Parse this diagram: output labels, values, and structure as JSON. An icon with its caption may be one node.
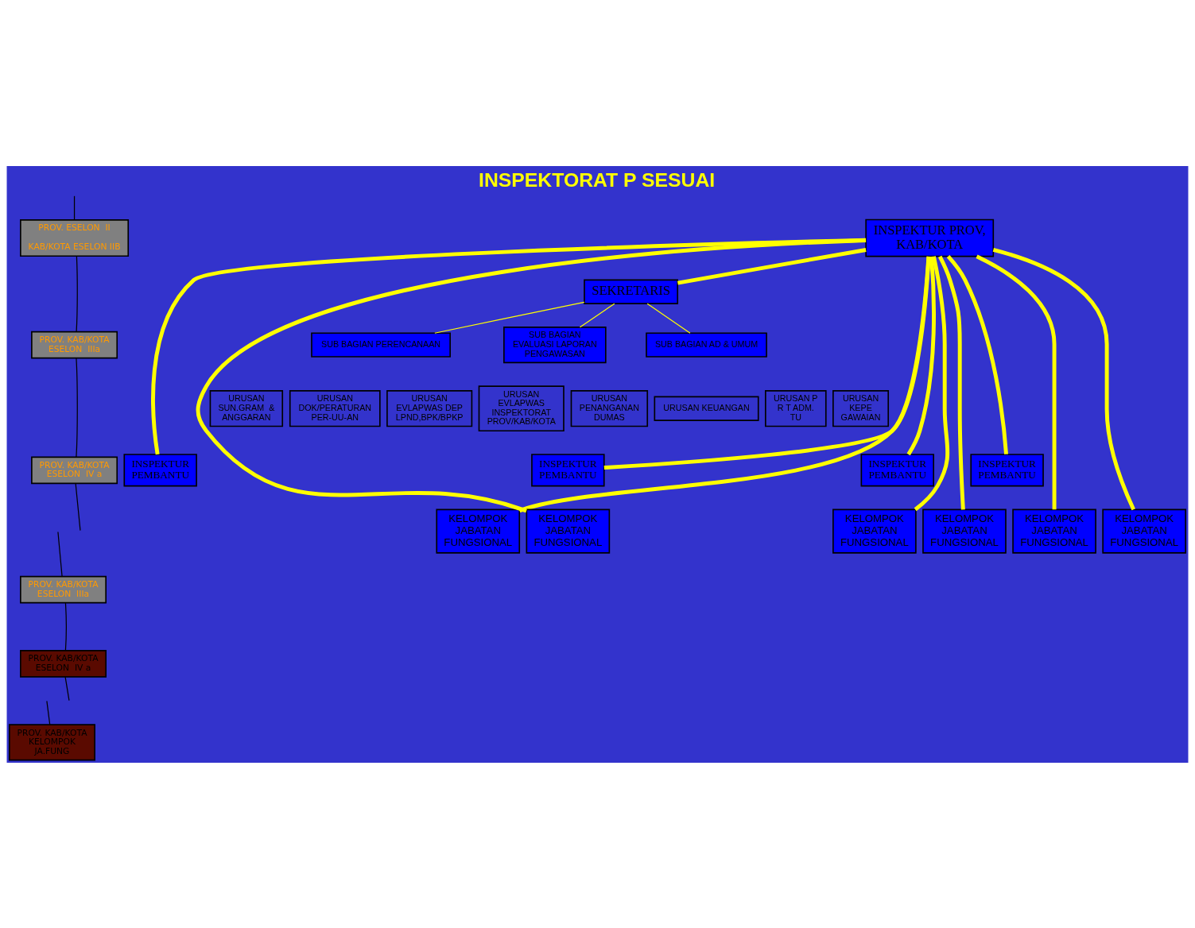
{
  "diagram": {
    "title": "INSPEKTORAT P SESUAI",
    "nodes": [
      {
        "text": [
          "INSPEKTUR PROV, KAB/KOTA"
        ]
      },
      {
        "text": [
          "SEKRETARIS"
        ]
      },
      {
        "text": [
          "SUB BAGIAN PERENCANAAN"
        ]
      },
      {
        "text": [
          "SUB BAGIAN EVALUASI LAPORAN PENGAWASAN"
        ]
      },
      {
        "text": [
          "SUB BAGIAN AD & UMUM"
        ]
      },
      {
        "text": [
          "URUSAN SUN.GRAM  & ANGGARAN"
        ]
      },
      {
        "text": [
          "URUSAN DOK/PERATURAN PER-UU-AN"
        ]
      },
      {
        "text": [
          "URUSAN EVLAPWAS DEP LPND,BPK/BPKP"
        ]
      },
      {
        "text": [
          "URUSAN EVLAPWAS INSPEKTORAT PROV/KAB/KOTA"
        ]
      },
      {
        "text": [
          "URUSAN PENANGANAN DUMAS"
        ]
      },
      {
        "text": [
          "URUSAN KEUANGAN"
        ]
      },
      {
        "text": [
          "URUSAN P R T ADM. TU"
        ]
      },
      {
        "text": [
          "URUSAN KEPE GAWAIAN"
        ]
      },
      {
        "text": [
          "INSPEKTUR PEMBANTU"
        ]
      },
      {
        "text": [
          "INSPEKTUR PEMBANTU"
        ]
      },
      {
        "text": [
          "INSPEKTUR PEMBANTU"
        ]
      },
      {
        "text": [
          "INSPEKTUR PEMBANTU"
        ]
      },
      {
        "text": [
          "KELOMPOK JABATAN FUNGSIONAL"
        ]
      },
      {
        "text": [
          "KELOMPOK JABATAN FUNGSIONAL"
        ]
      },
      {
        "text": [
          "KELOMPOK JABATAN FUNGSIONAL"
        ]
      },
      {
        "text": [
          "KELOMPOK JABATAN FUNGSIONAL"
        ]
      },
      {
        "text": [
          "KELOMPOK JABATAN FUNGSIONAL"
        ]
      },
      {
        "text": [
          "KELOMPOK JABATAN FUNGSIONAL"
        ]
      },
      {
        "text": [
          "PROV. ESELON  II",
          "KAB/KOTA ESELON IIB"
        ]
      },
      {
        "text": [
          "PROV. KAB/KOTA ESELON  IIIa"
        ]
      },
      {
        "text": [
          "PROV. KAB/KOTA ESELON  IV a"
        ]
      },
      {
        "text": [
          "PROV. KAB/KOTA ESELON  IIIa"
        ]
      },
      {
        "text": [
          "PROV. KAB/KOTA ESELON  IV a"
        ]
      },
      {
        "text": [
          "PROV. KAB/KOTA KELOMPOK JA.FUNG"
        ]
      }
    ],
    "edges": [
      {
        "from": 0,
        "to": 1,
        "arrow": "none",
        "style": "thick"
      },
      {
        "from": 1,
        "to": 2,
        "arrow": "none"
      },
      {
        "from": 1,
        "to": 3,
        "arrow": "none"
      },
      {
        "from": 1,
        "to": 4,
        "arrow": "none"
      },
      {
        "from": 0,
        "to": 13,
        "arrow": "none",
        "style": "thick"
      },
      {
        "from": 0,
        "to": 14,
        "arrow": "none",
        "style": "thick"
      },
      {
        "from": 0,
        "to": 15,
        "arrow": "none",
        "style": "thick"
      },
      {
        "from": 0,
        "to": 16,
        "arrow": "none",
        "style": "thick"
      },
      {
        "from": 0,
        "to": 17,
        "arrow": "none",
        "style": "thick"
      },
      {
        "from": 0,
        "to": 18,
        "arrow": "none",
        "style": "thick"
      },
      {
        "from": 0,
        "to": 19,
        "arrow": "none",
        "style": "thick"
      },
      {
        "from": 0,
        "to": 20,
        "arrow": "none",
        "style": "thick"
      },
      {
        "from": 0,
        "to": 21,
        "arrow": "none",
        "style": "thick"
      },
      {
        "from": 0,
        "to": 22,
        "arrow": "none",
        "style": "thick"
      },
      {
        "from": null,
        "to": 23,
        "arrow": "none",
        "color": "#000000"
      },
      {
        "from": 23,
        "to": 24,
        "arrow": "none",
        "color": "#000000"
      },
      {
        "from": 24,
        "to": 25,
        "arrow": "none",
        "color": "#000000"
      },
      {
        "from": 25,
        "to": null,
        "arrow": "none",
        "color": "#000000"
      },
      {
        "from": null,
        "to": 26,
        "arrow": "none",
        "color": "#000000"
      },
      {
        "from": 26,
        "to": 27,
        "arrow": "none",
        "color": "#000000"
      },
      {
        "from": 27,
        "to": null,
        "arrow": "none",
        "color": "#000000"
      },
      {
        "from": null,
        "to": 28,
        "arrow": "none",
        "color": "#000000"
      }
    ]
  }
}
